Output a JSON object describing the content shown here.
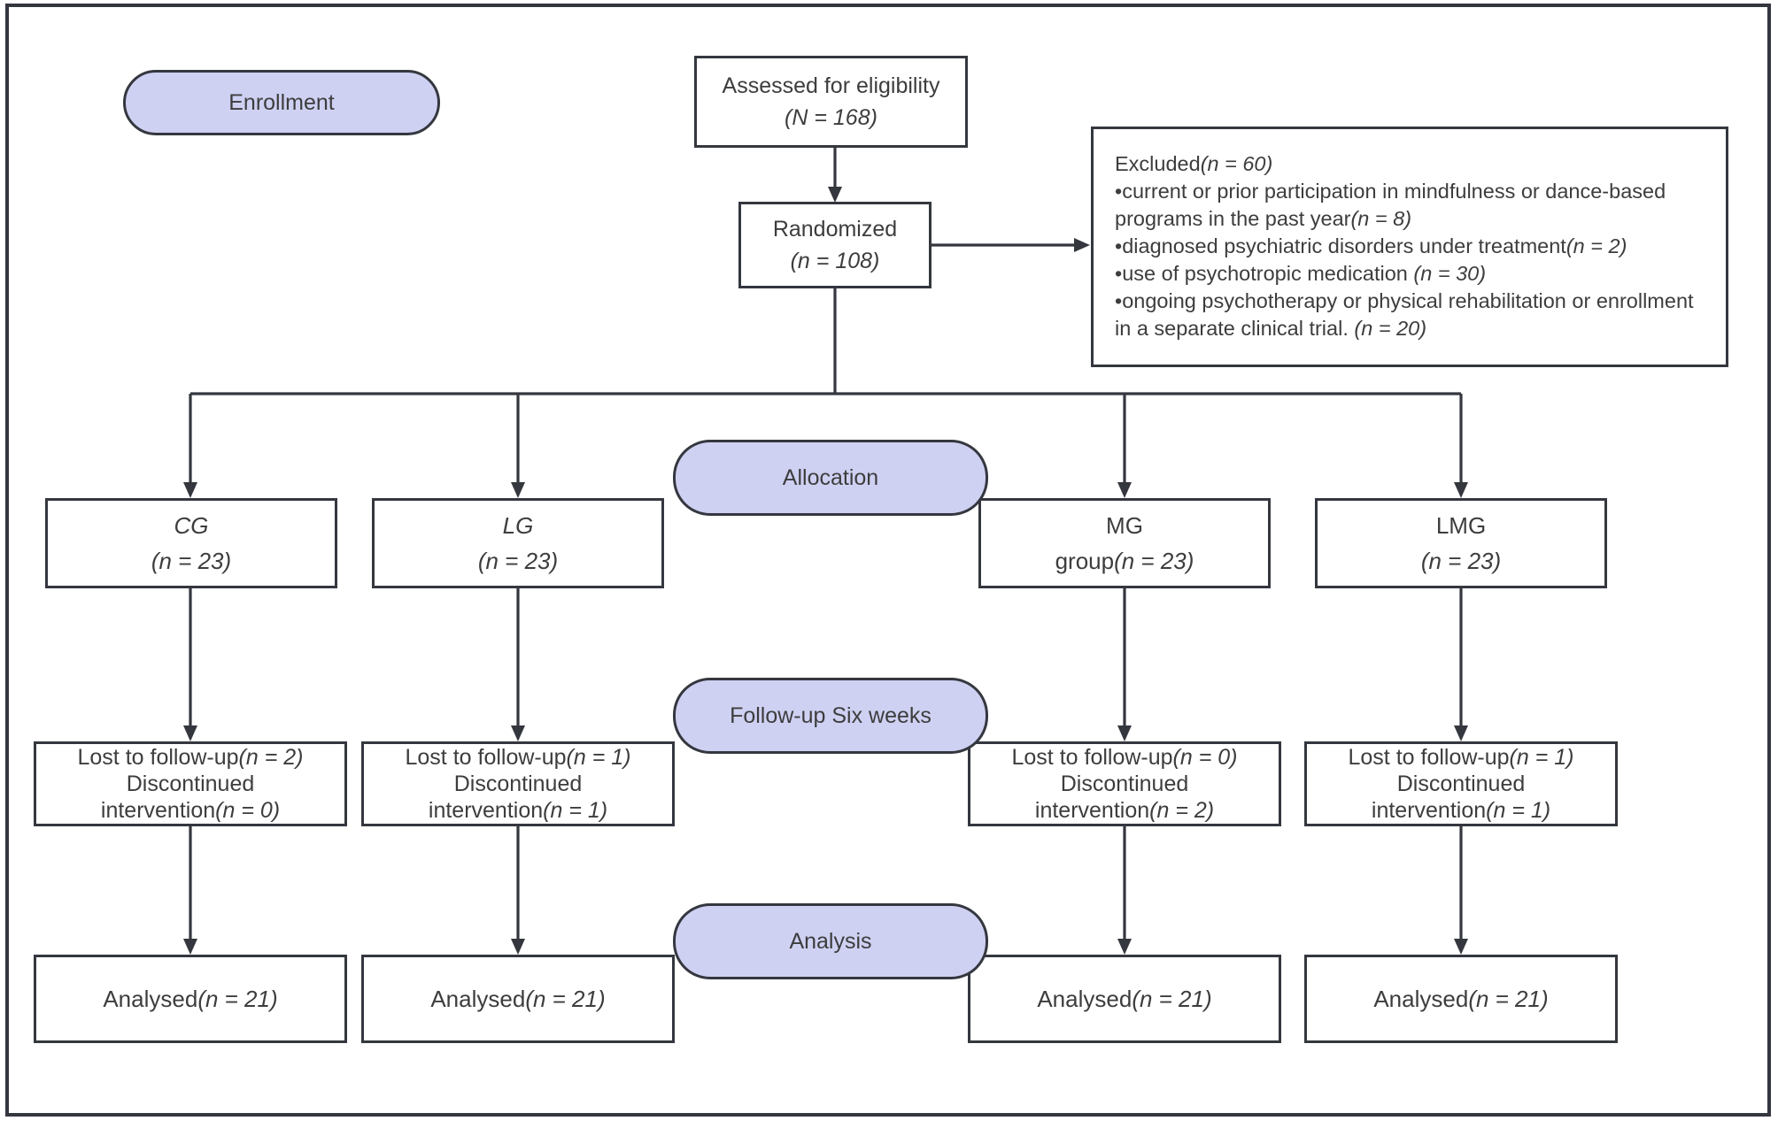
{
  "colors": {
    "pill_fill": "#cfd1f3",
    "line": "#35373f",
    "text": "#3d3d3d",
    "box_bg": "#ffffff"
  },
  "pills": {
    "enrollment": "Enrollment",
    "allocation": "Allocation",
    "followup": "Follow-up Six weeks",
    "analysis": "Analysis"
  },
  "assessed": {
    "label": "Assessed for eligibility",
    "n": "(N = 168)"
  },
  "randomized": {
    "label": "Randomized",
    "n": "(n = 108)"
  },
  "excluded": {
    "title": "Excluded",
    "n": "(n = 60)",
    "items": [
      {
        "text": "•current or prior participation in mindfulness or dance-based programs in the past year",
        "n": "(n = 8)"
      },
      {
        "text": "•diagnosed psychiatric disorders under treatment",
        "n": "(n = 2)"
      },
      {
        "text": "•use of psychotropic medication ",
        "n": "(n = 30)"
      },
      {
        "text": "•ongoing psychotherapy or physical rehabilitation or enrollment in a separate clinical trial. ",
        "n": "(n = 20)"
      }
    ]
  },
  "groups": [
    {
      "name": "CG",
      "line2_prefix": "",
      "n": "(n = 23)"
    },
    {
      "name": "LG",
      "line2_prefix": "",
      "n": "(n = 23)"
    },
    {
      "name": "MG",
      "line2_prefix": "group",
      "n": "(n = 23)"
    },
    {
      "name": "LMG",
      "line2_prefix": "",
      "n": "(n = 23)"
    }
  ],
  "followup_boxes": [
    {
      "lost": "Lost to follow-up",
      "lost_n": "(n = 2)",
      "disc": "Discontinued",
      "interv": "intervention",
      "interv_n": "(n = 0)"
    },
    {
      "lost": "Lost to follow-up",
      "lost_n": "(n = 1)",
      "disc": "Discontinued",
      "interv": "intervention",
      "interv_n": "(n = 1)"
    },
    {
      "lost": "Lost to follow-up",
      "lost_n": "(n = 0)",
      "disc": "Discontinued",
      "interv": "intervention",
      "interv_n": "(n = 2)"
    },
    {
      "lost": "Lost to follow-up",
      "lost_n": "(n = 1)",
      "disc": "Discontinued",
      "interv": "intervention",
      "interv_n": "(n = 1)"
    }
  ],
  "analysed_boxes": [
    {
      "label": "Analysed",
      "n": "(n = 21)"
    },
    {
      "label": "Analysed",
      "n": "(n = 21)"
    },
    {
      "label": "Analysed",
      "n": "(n = 21)"
    },
    {
      "label": "Analysed",
      "n": "(n = 21)"
    }
  ]
}
